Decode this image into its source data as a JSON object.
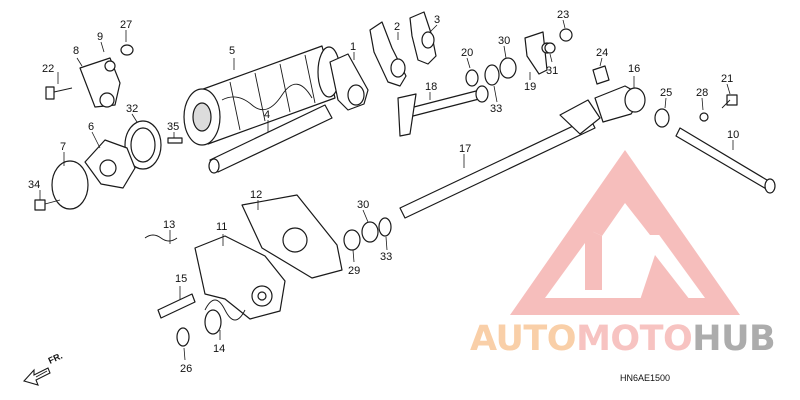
{
  "diagram": {
    "code": "HN6AE1500",
    "front_label": "FR.",
    "callouts": {
      "c1": "1",
      "c2": "2",
      "c3": "3",
      "c4": "4",
      "c5": "5",
      "c6": "6",
      "c7": "7",
      "c8": "8",
      "c9": "9",
      "c10": "10",
      "c11": "11",
      "c12": "12",
      "c13": "13",
      "c14": "14",
      "c15": "15",
      "c16": "16",
      "c17": "17",
      "c18": "18",
      "c19": "19",
      "c20": "20",
      "c21": "21",
      "c22": "22",
      "c23": "23",
      "c24": "24",
      "c25": "25",
      "c26": "26",
      "c27": "27",
      "c28": "28",
      "c29": "29",
      "c30a": "30",
      "c30b": "30",
      "c31": "31",
      "c32": "32",
      "c33a": "33",
      "c33b": "33",
      "c34": "34",
      "c35": "35"
    }
  },
  "watermark": {
    "part1": "AUTO",
    "part2": "MOTO",
    "part3": "HUB",
    "color_primary": "#f7bb84",
    "color_secondary": "#f5aaa8",
    "color_dark": "#8a8a8a",
    "logo_color": "#f08a86"
  }
}
